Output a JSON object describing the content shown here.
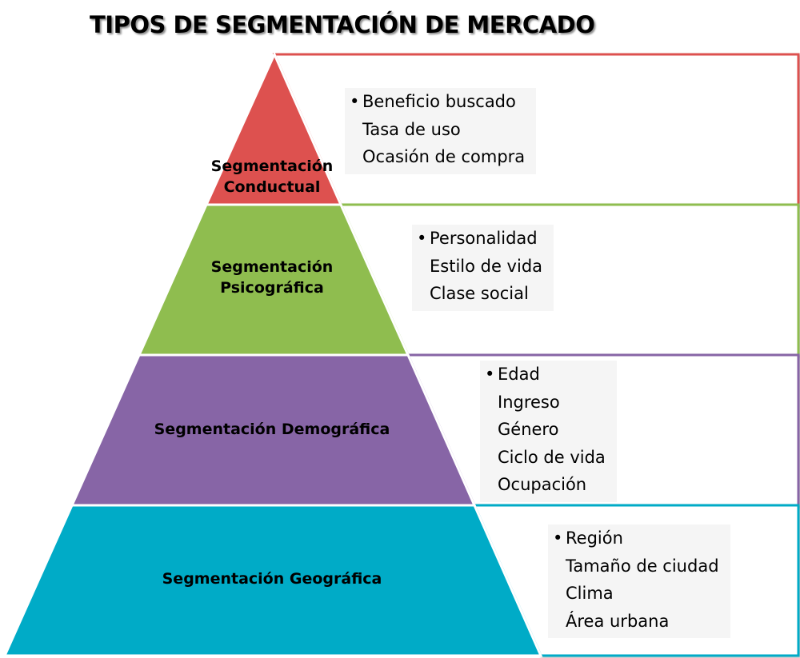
{
  "title": "TIPOS DE SEGMENTACIÓN DE MERCADO",
  "layers": [
    {
      "label": "Segmentación Conductual",
      "label_lines": [
        "Segmentación",
        "Conductual"
      ],
      "color": "#dd514f",
      "items": [
        "Beneficio buscado",
        "Tasa de uso",
        "Ocasión de compra"
      ]
    },
    {
      "label": "Segmentación Psicográfica",
      "label_lines": [
        "Segmentación",
        "Psicográfica"
      ],
      "color": "#8fbd4f",
      "items": [
        "Personalidad",
        "Estilo de vida",
        "Clase social"
      ]
    },
    {
      "label": "Segmentación Demográfica",
      "label_lines": [
        "Segmentación Demográfica"
      ],
      "color": "#8765a6",
      "items": [
        "Edad",
        "Ingreso",
        "Género",
        "Ciclo de vida",
        "Ocupación"
      ]
    },
    {
      "label": "Segmentación Geográfica",
      "label_lines": [
        "Segmentación Geográfica"
      ],
      "color": "#00abc7",
      "items": [
        "Región",
        "Tamaño de ciudad",
        "Clima",
        "Área urbana"
      ]
    }
  ]
}
